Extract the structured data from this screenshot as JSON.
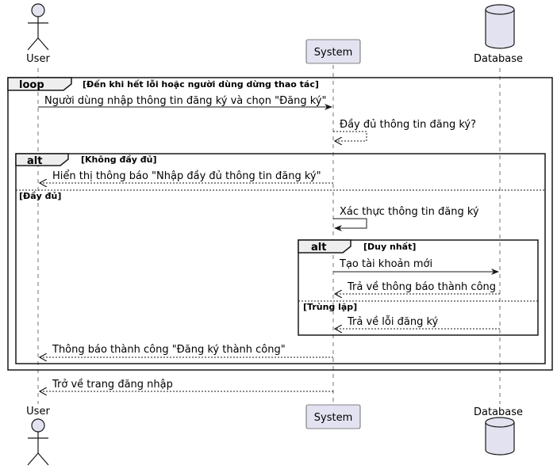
{
  "participants": {
    "user": "User",
    "system": "System",
    "database": "Database"
  },
  "frames": {
    "loop": {
      "keyword": "loop",
      "guard": "[Đến khi hết lỗi hoặc người dùng dừng thao tác]"
    },
    "alt_outer": {
      "keyword": "alt",
      "guard1": "[Không đầy đủ]",
      "guard2": "[Đầy đủ]"
    },
    "alt_inner": {
      "keyword": "alt",
      "guard1": "[Duy nhất]",
      "guard2": "[Trùng lặp]"
    }
  },
  "messages": {
    "m1": "Người dùng nhập thông tin đăng ký và chọn \"Đăng ký\"",
    "m2": "Đầy đủ thông tin đăng ký?",
    "m3": "Hiển thị thông báo \"Nhập đầy đủ thông tin đăng ký\"",
    "m4": "Xác thực thông tin đăng ký",
    "m5": "Tạo tài khoản mới",
    "m6": "Trả về thông báo thành công",
    "m7": "Trả về lỗi đăng ký",
    "m8": "Thông báo thành công \"Đăng ký thành công\"",
    "m9": "Trở về trang đăng nhập"
  },
  "colors": {
    "participant_fill": "#E2E2F0",
    "border": "#181818"
  }
}
